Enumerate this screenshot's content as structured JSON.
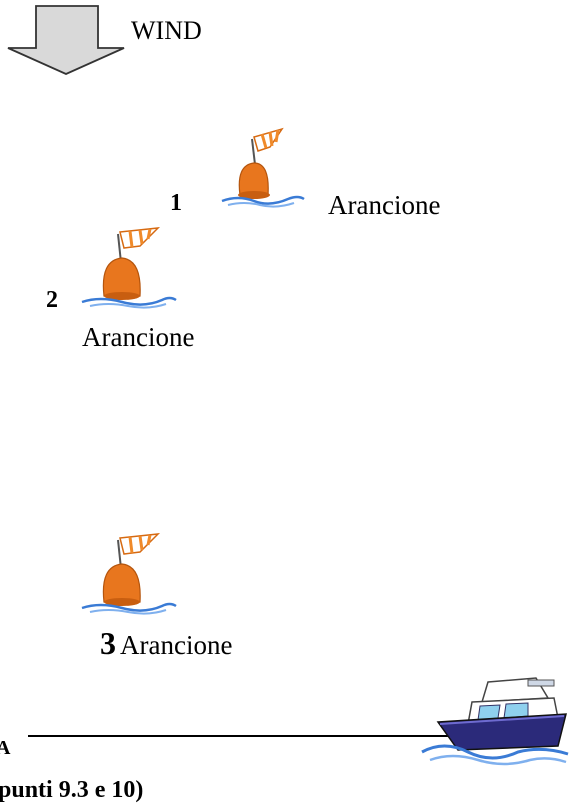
{
  "wind": {
    "label": "WIND",
    "arrow_color": "#d9d9d9"
  },
  "marks": [
    {
      "number": "1",
      "color_label": "Arancione",
      "buoy_color": "#e8761e",
      "flag_color": "#f08a2a"
    },
    {
      "number": "2",
      "color_label": "Arancione",
      "buoy_color": "#e8761e",
      "flag_color": "#f08a2a"
    },
    {
      "number": "3",
      "color_label": "Arancione",
      "buoy_color": "#e8761e",
      "flag_color": "#f08a2a"
    }
  ],
  "start_line": {
    "left_end_char": "A"
  },
  "footer": {
    "text": "punti 9.3 e 10)"
  },
  "boat": {
    "hull_color": "#2b2a7a",
    "cabin_color": "#ffffff",
    "water_color": "#3a7bd5"
  }
}
